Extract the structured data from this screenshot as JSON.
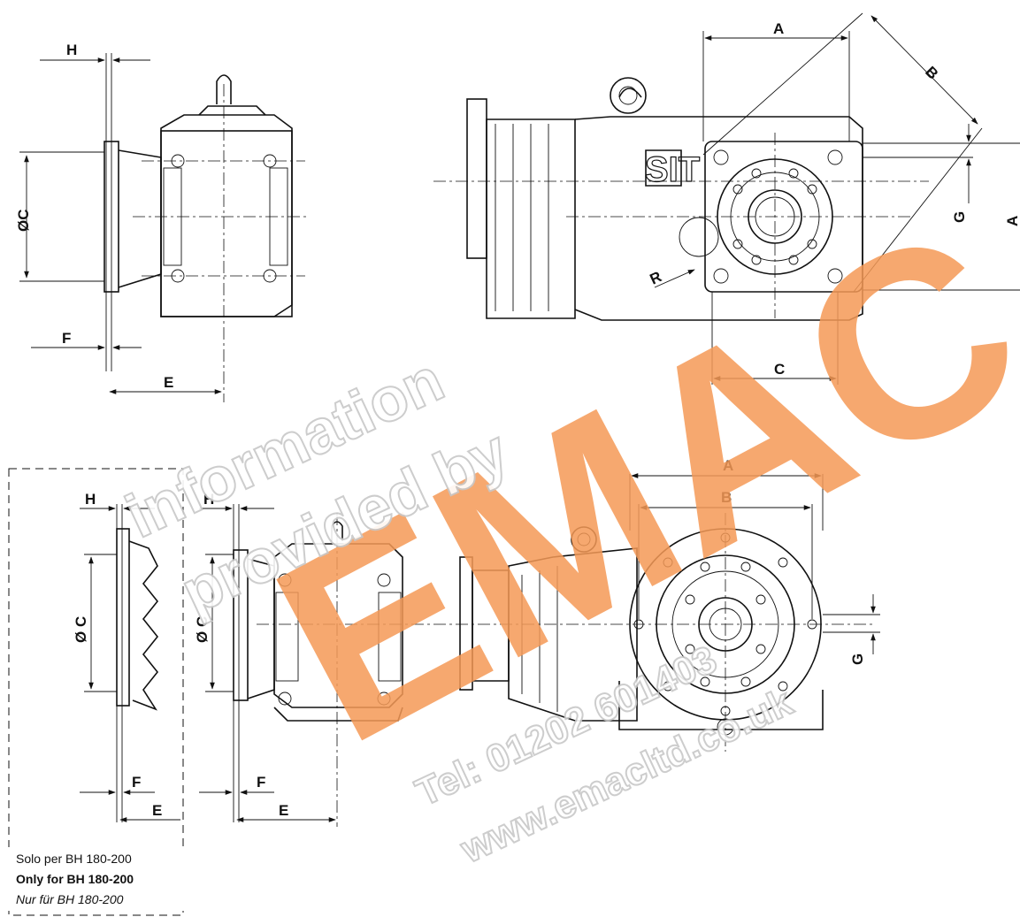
{
  "labels": {
    "H": "H",
    "C_dia": "ØC",
    "C_dia_spaced": "Ø C",
    "F": "F",
    "E": "E",
    "A": "A",
    "B": "B",
    "C": "C",
    "G": "G",
    "R": "R"
  },
  "brand_logo_text": "SIT",
  "watermark": {
    "line1": "information",
    "line2": "provided by",
    "brand": "EMAC",
    "phone": "Tel: 01202 601403",
    "web": "www.emacltd.co.uk"
  },
  "note": {
    "it": "Solo per BH 180-200",
    "en": "Only for BH 180-200",
    "de": "Nur für BH 180-200"
  },
  "colors": {
    "brand": "#f59a57",
    "line": "#111111"
  }
}
